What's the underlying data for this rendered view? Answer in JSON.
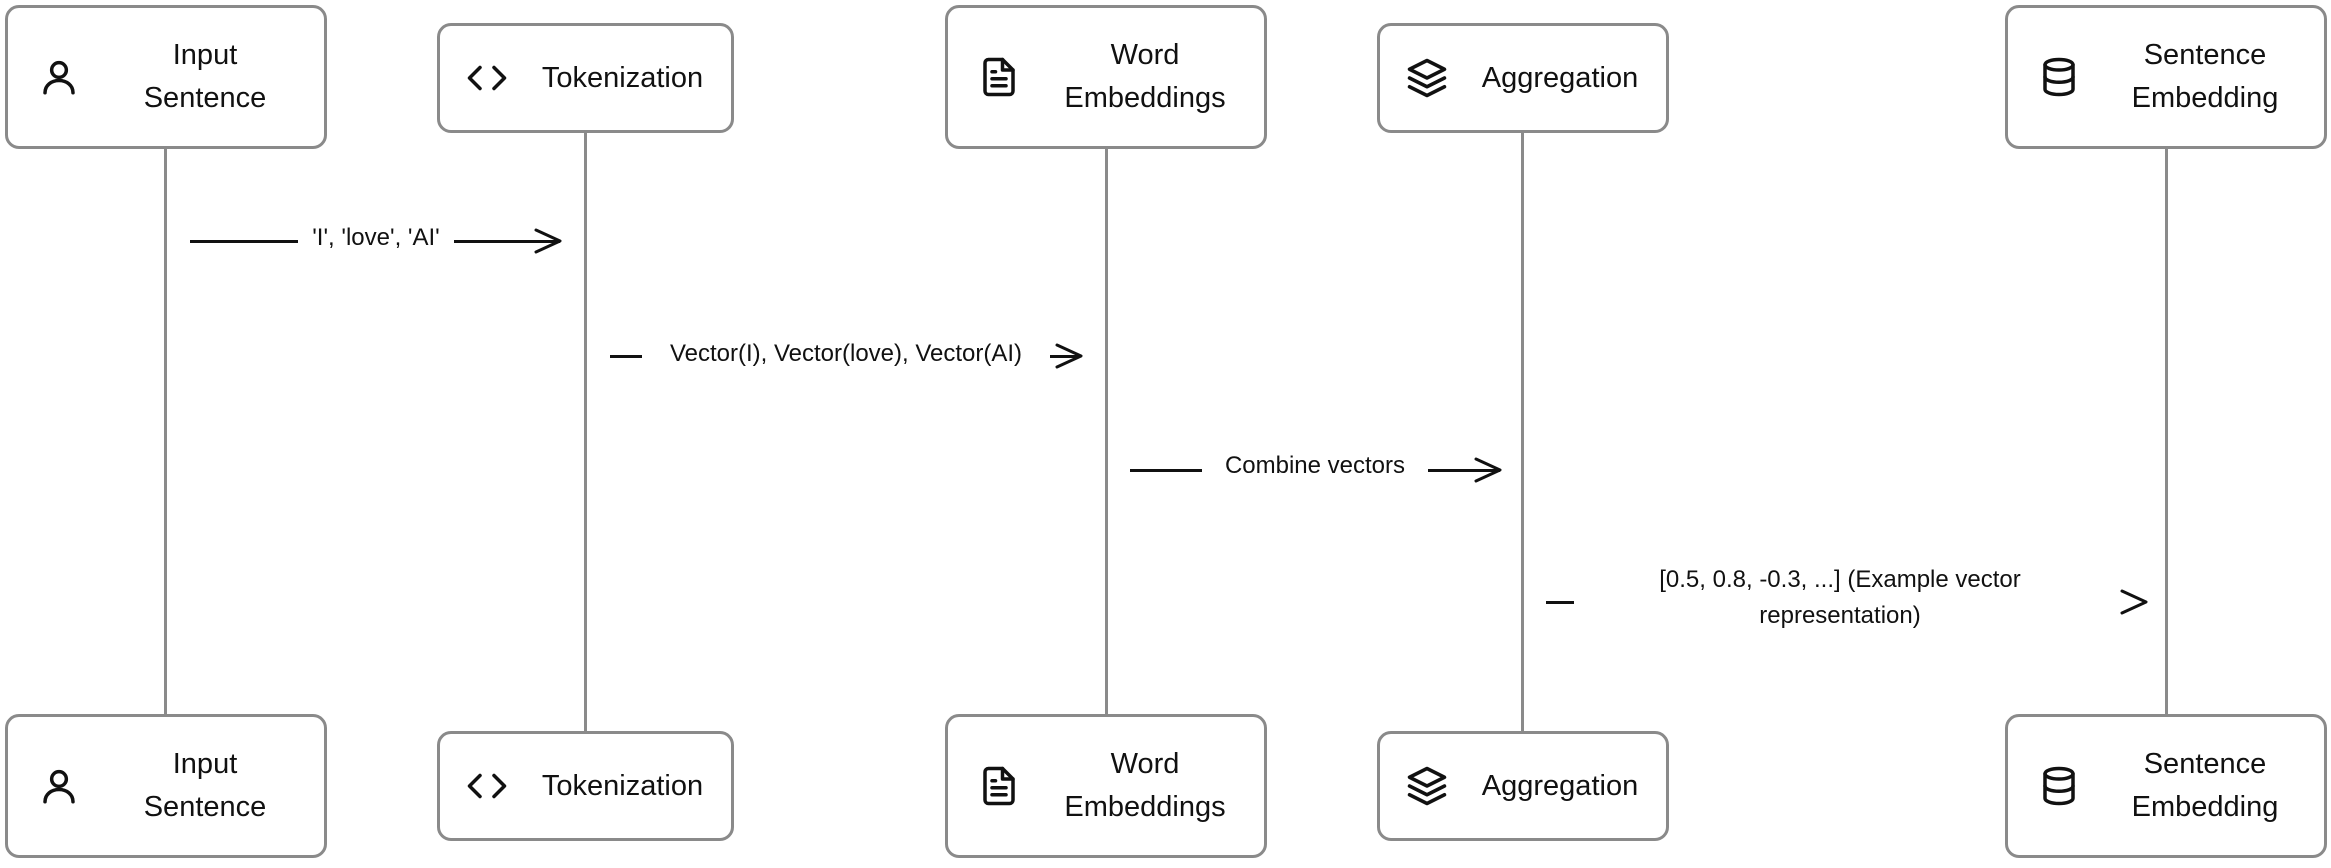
{
  "participants": [
    {
      "id": "input",
      "label": "Input\nSentence",
      "icon": "user-icon"
    },
    {
      "id": "tokenization",
      "label": "Tokenization",
      "icon": "code-icon"
    },
    {
      "id": "word-embeddings",
      "label": "Word\nEmbeddings",
      "icon": "document-icon"
    },
    {
      "id": "aggregation",
      "label": "Aggregation",
      "icon": "layers-icon"
    },
    {
      "id": "sentence-embedding",
      "label": "Sentence\nEmbedding",
      "icon": "database-icon"
    }
  ],
  "messages": [
    {
      "from": "input",
      "to": "tokenization",
      "label": "'I', 'love', 'AI'"
    },
    {
      "from": "tokenization",
      "to": "word-embeddings",
      "label": "Vector(I), Vector(love), Vector(AI)"
    },
    {
      "from": "word-embeddings",
      "to": "aggregation",
      "label": "Combine vectors"
    },
    {
      "from": "aggregation",
      "to": "sentence-embedding",
      "label": "[0.5, 0.8, -0.3, ...] (Example vector\nrepresentation)"
    }
  ],
  "colors": {
    "lifeline": "#8a8a8a",
    "box_border": "#8a8a8a",
    "arrow": "#111111"
  }
}
